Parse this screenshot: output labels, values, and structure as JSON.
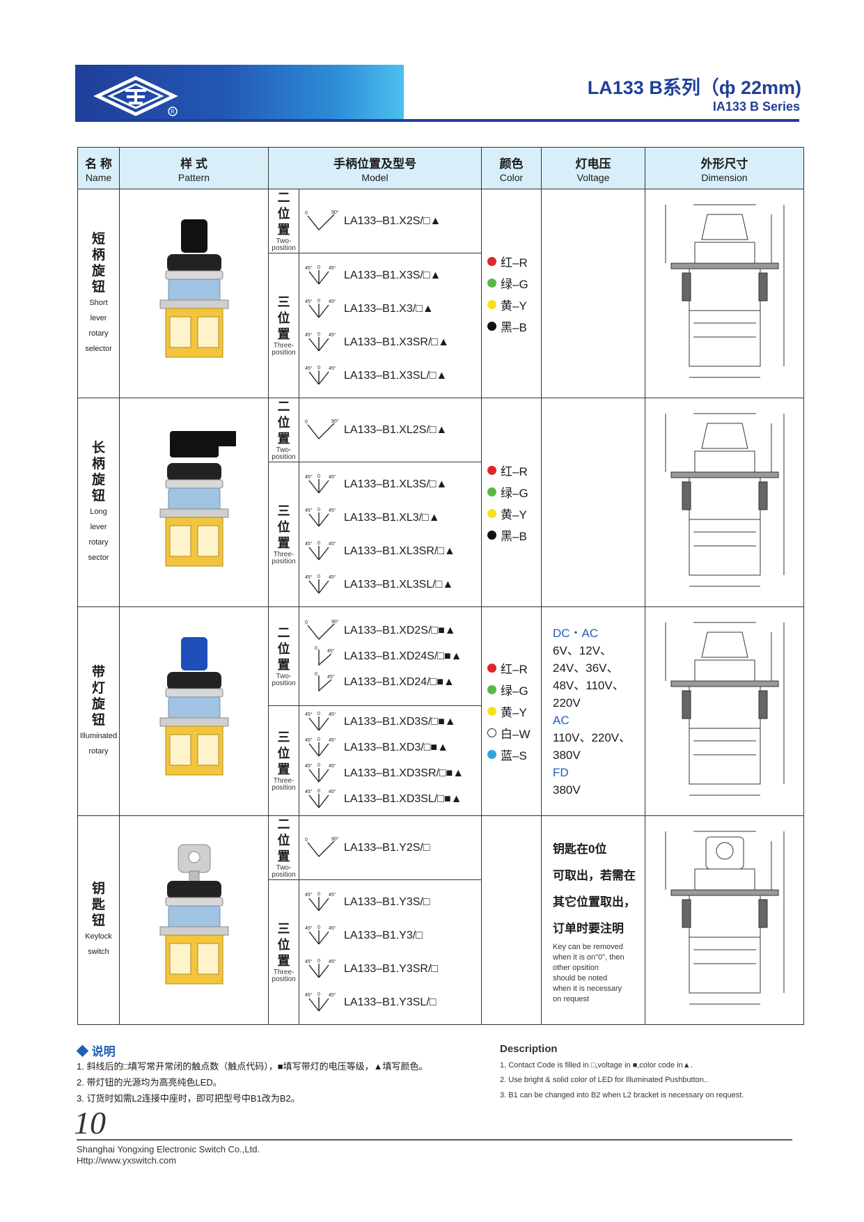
{
  "header": {
    "title": "LA133 B系列（ф 22mm)",
    "subtitle": "IA133 B Series"
  },
  "table": {
    "headers": [
      {
        "cn": "名 称",
        "en": "Name"
      },
      {
        "cn": "样 式",
        "en": "Pattern"
      },
      {
        "cn": "手柄位置及型号",
        "en": "Model"
      },
      {
        "cn": "颜色",
        "en": "Color"
      },
      {
        "cn": "灯电压",
        "en": "Voltage"
      },
      {
        "cn": "外形尺寸",
        "en": "Dimension"
      }
    ],
    "rows": [
      {
        "name_cn": [
          "短",
          "柄",
          "旋",
          "钮"
        ],
        "name_en": [
          "Short",
          "lever",
          "rotary",
          "selector"
        ],
        "two_pos": {
          "cn": [
            "二",
            "位",
            "置"
          ],
          "en": [
            "Two-",
            "position"
          ],
          "models": [
            "LA133–B1.X2S/□▲"
          ]
        },
        "three_pos": {
          "cn": [
            "三",
            "位",
            "置"
          ],
          "en": [
            "Three-",
            "position"
          ],
          "models": [
            "LA133–B1.X3S/□▲",
            "LA133–B1.X3/□▲",
            "LA133–B1.X3SR/□▲",
            "LA133–B1.X3SL/□▲"
          ]
        },
        "colors": [
          "红–R",
          "绿–G",
          "黄–Y",
          "黑–B"
        ]
      },
      {
        "name_cn": [
          "长",
          "柄",
          "旋",
          "钮"
        ],
        "name_en": [
          "Long",
          "lever",
          "rotary",
          "sector"
        ],
        "two_pos": {
          "cn": [
            "二",
            "位",
            "置"
          ],
          "en": [
            "Two-",
            "position"
          ],
          "models": [
            "LA133–B1.XL2S/□▲"
          ]
        },
        "three_pos": {
          "cn": [
            "三",
            "位",
            "置"
          ],
          "en": [
            "Three-",
            "position"
          ],
          "models": [
            "LA133–B1.XL3S/□▲",
            "LA133–B1.XL3/□▲",
            "LA133–B1.XL3SR/□▲",
            "LA133–B1.XL3SL/□▲"
          ]
        },
        "colors": [
          "红–R",
          "绿–G",
          "黄–Y",
          "黑–B"
        ]
      },
      {
        "name_cn": [
          "带",
          "灯",
          "旋",
          "钮"
        ],
        "name_en": [
          "Illuminated",
          "rotary"
        ],
        "two_pos": {
          "cn": [
            "二",
            "位",
            "置"
          ],
          "en": [
            "Two-",
            "position"
          ],
          "models": [
            "LA133–B1.XD2S/□■▲",
            "LA133–B1.XD24S/□■▲",
            "LA133–B1.XD24/□■▲"
          ]
        },
        "three_pos": {
          "cn": [
            "三",
            "位",
            "置"
          ],
          "en": [
            "Three-",
            "position"
          ],
          "models": [
            "LA133–B1.XD3S/□■▲",
            "LA133–B1.XD3/□■▲",
            "LA133–B1.XD3SR/□■▲",
            "LA133–B1.XD3SL/□■▲"
          ]
        },
        "colors": [
          "红–R",
          "绿–G",
          "黄–Y",
          "白–W",
          "蓝–S"
        ],
        "voltage": [
          "DC・AC",
          "6V、12V、",
          "24V、36V、",
          "48V、110V、",
          "220V",
          "AC",
          "110V、220V、",
          "380V",
          "FD",
          "380V"
        ]
      },
      {
        "name_cn": [
          "钥",
          "匙",
          "钮"
        ],
        "name_en": [
          "Keylock",
          "switch"
        ],
        "two_pos": {
          "cn": [
            "二",
            "位",
            "置"
          ],
          "en": [
            "Two-",
            "position"
          ],
          "models": [
            "LA133–B1.Y2S/□"
          ]
        },
        "three_pos": {
          "cn": [
            "三",
            "位",
            "置"
          ],
          "en": [
            "Three-",
            "position"
          ],
          "models": [
            "LA133–B1.Y3S/□",
            "LA133–B1.Y3/□",
            "LA133–B1.Y3SR/□",
            "LA133–B1.Y3SL/□"
          ]
        },
        "key_note_cn": [
          "钥匙在0位",
          "可取出，若需在",
          "其它位置取出，",
          "订单时要注明"
        ],
        "key_note_en": [
          "Key can be removed",
          "when it is on\"0\", then",
          "other opsition",
          "should be noted",
          "when it is necessary",
          "on request"
        ]
      }
    ],
    "dot_colors": {
      "红–R": "#e0262b",
      "绿–G": "#58b947",
      "黄–Y": "#f5e21a",
      "黑–B": "#111111",
      "白–W": "#ffffff",
      "蓝–S": "#33a5dd"
    }
  },
  "notes": {
    "title": "说明",
    "items": [
      "1. 斜线后的□填写常开常闭的触点数（触点代码），■填写带灯的电压等级，▲填写颜色。",
      "2. 带灯钮的光源均为高亮纯色LED。",
      "3. 订货时如需L2连接中座时，即可把型号中B1改为B2。"
    ]
  },
  "description": {
    "title": "Description",
    "items": [
      "1. Contact Code is filled in □,voltage in ■,color code in▲.",
      "2. Use bright & solid color of LED for Illuminated Pushbutton..",
      "3. B1 can be changed into B2 when L2 bracket is necessary on request."
    ]
  },
  "footer": {
    "page_number": "10",
    "company": "Shanghai Yongxing Electronic Switch Co.,Ltd.",
    "url": "Http://www.yxswitch.com"
  },
  "colors": {
    "brand_blue": "#1f3f99",
    "header_bg": "#d8eef8"
  }
}
